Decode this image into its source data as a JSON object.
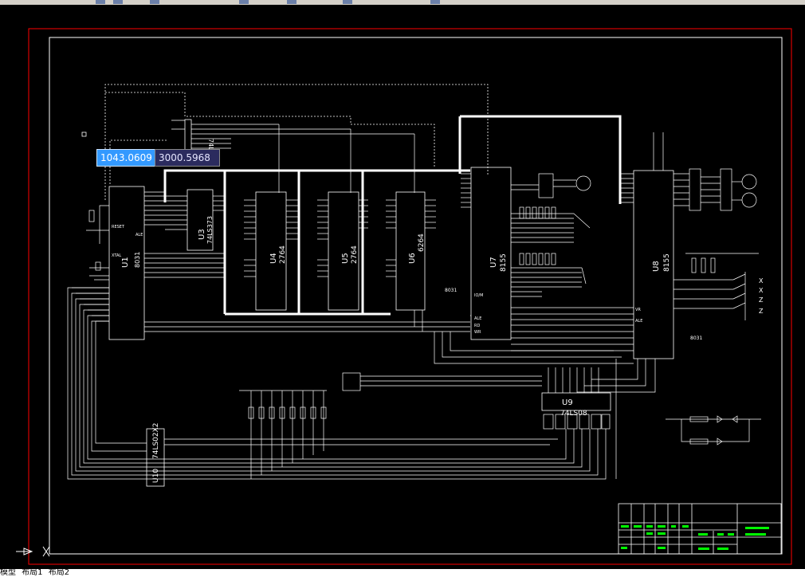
{
  "coordinate_input": {
    "x_value": "1043.0609",
    "y_value": "3000.5968"
  },
  "chips": {
    "u1": {
      "ref": "U1",
      "part": "8031"
    },
    "u3": {
      "ref": "U3",
      "part": "74LS373"
    },
    "u4": {
      "ref": "U4",
      "part": "2764"
    },
    "u5": {
      "ref": "U5",
      "part": "2764"
    },
    "u6": {
      "ref": "U6",
      "part": "6264"
    },
    "u7": {
      "ref": "U7",
      "part": "8155"
    },
    "u8": {
      "ref": "U8",
      "part": "8155"
    },
    "u9": {
      "ref": "U9",
      "part": "74LS08"
    },
    "u10": {
      "ref": "U10",
      "part": "74LS02X2"
    },
    "u2": {
      "part": "74LS138"
    }
  },
  "pin_labels": {
    "reset": "RESET",
    "xtal": "XTAL",
    "ale": "ALE",
    "rd": "RD",
    "wr": "WR",
    "vr": "VR",
    "io_m": "IO/M",
    "u7_note": "8031",
    "u8_note": "8031"
  },
  "output_labels": [
    "X",
    "X",
    "Z",
    "Z"
  ],
  "tabs": [
    "模型",
    "布局1",
    "布局2"
  ],
  "colors": {
    "background": "#000000",
    "line": "#ffffff",
    "border": "#ff0000",
    "accent": "#00ff00"
  }
}
